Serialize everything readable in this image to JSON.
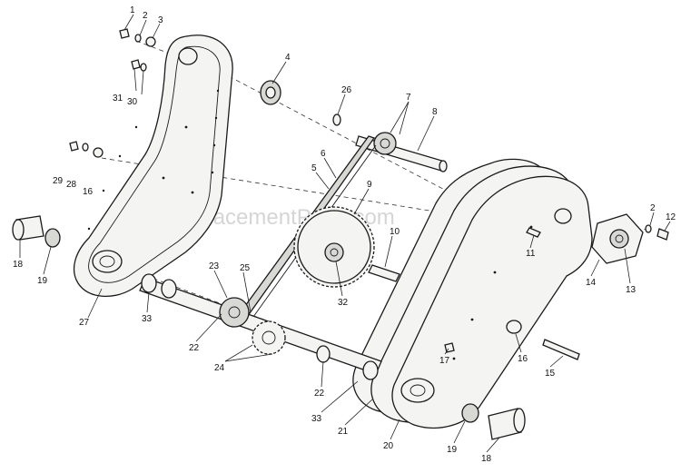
{
  "watermark": "eReplacementParts.com",
  "callouts": [
    {
      "id": "c1",
      "label": "1"
    },
    {
      "id": "c2",
      "label": "2"
    },
    {
      "id": "c3",
      "label": "3"
    },
    {
      "id": "c4",
      "label": "4"
    },
    {
      "id": "c31",
      "label": "31"
    },
    {
      "id": "c30",
      "label": "30"
    },
    {
      "id": "c26",
      "label": "26"
    },
    {
      "id": "c7",
      "label": "7"
    },
    {
      "id": "c8",
      "label": "8"
    },
    {
      "id": "c6",
      "label": "6"
    },
    {
      "id": "c5",
      "label": "5"
    },
    {
      "id": "c29",
      "label": "29"
    },
    {
      "id": "c28",
      "label": "28"
    },
    {
      "id": "c16a",
      "label": "16"
    },
    {
      "id": "c9",
      "label": "9"
    },
    {
      "id": "c10",
      "label": "10"
    },
    {
      "id": "c2b",
      "label": "2"
    },
    {
      "id": "c12",
      "label": "12"
    },
    {
      "id": "c11",
      "label": "11"
    },
    {
      "id": "c18a",
      "label": "18"
    },
    {
      "id": "c19a",
      "label": "19"
    },
    {
      "id": "c27",
      "label": "27"
    },
    {
      "id": "c33a",
      "label": "33"
    },
    {
      "id": "c23",
      "label": "23"
    },
    {
      "id": "c25",
      "label": "25"
    },
    {
      "id": "c22a",
      "label": "22"
    },
    {
      "id": "c32",
      "label": "32"
    },
    {
      "id": "c14",
      "label": "14"
    },
    {
      "id": "c13",
      "label": "13"
    },
    {
      "id": "c24",
      "label": "24"
    },
    {
      "id": "c16b",
      "label": "16"
    },
    {
      "id": "c17",
      "label": "17"
    },
    {
      "id": "c15",
      "label": "15"
    },
    {
      "id": "c22b",
      "label": "22"
    },
    {
      "id": "c33b",
      "label": "33"
    },
    {
      "id": "c21",
      "label": "21"
    },
    {
      "id": "c20",
      "label": "20"
    },
    {
      "id": "c19b",
      "label": "19"
    },
    {
      "id": "c18b",
      "label": "18"
    }
  ]
}
